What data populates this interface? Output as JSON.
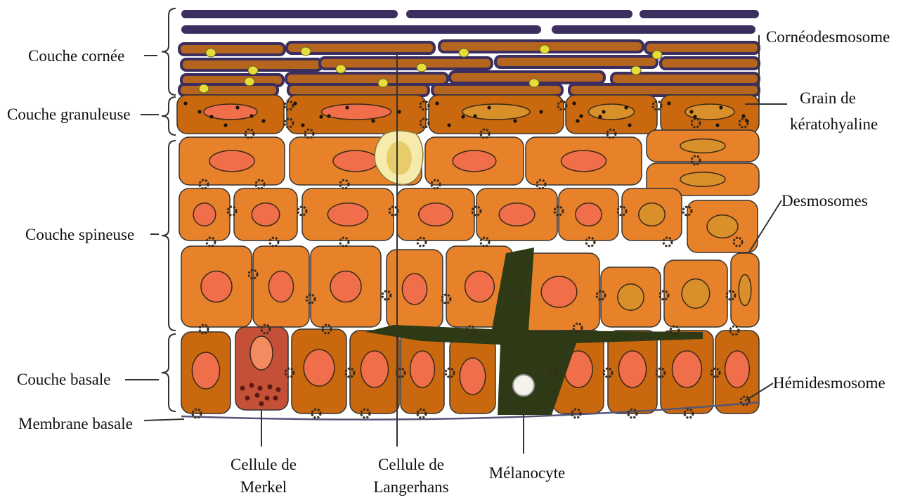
{
  "colors": {
    "cell_orange": "#e8822a",
    "cell_dark_orange": "#c9680f",
    "cell_light_orange": "#f39a3c",
    "nucleus": "#f06e4a",
    "nucleus_tan": "#d9902a",
    "corneocyte": "#3c2e5e",
    "corneocyte_inner": "#b5651d",
    "granule": "#1a1208",
    "langerhans": "#f7ebac",
    "melanocyte": "#2e3a16",
    "merkel": "#c55038",
    "membrane": "#555577",
    "desmosome": "#3a2a1a"
  },
  "labels": {
    "couche_cornee": "Couche cornée",
    "couche_granuleuse": "Couche granuleuse",
    "couche_spineuse": "Couche spineuse",
    "couche_basale": "Couche basale",
    "membrane_basale": "Membrane basale",
    "corneodesmosome": "Cornéodesmosome",
    "grain_line1": "Grain de",
    "grain_line2": "kératohyaline",
    "desmosomes": "Desmosomes",
    "hemidesmosome": "Hémidesmosome",
    "merkel_line1": "Cellule de",
    "merkel_line2": "Merkel",
    "langerhans_line1": "Cellule de",
    "langerhans_line2": "Langerhans",
    "melanocyte": "Mélanocyte"
  }
}
